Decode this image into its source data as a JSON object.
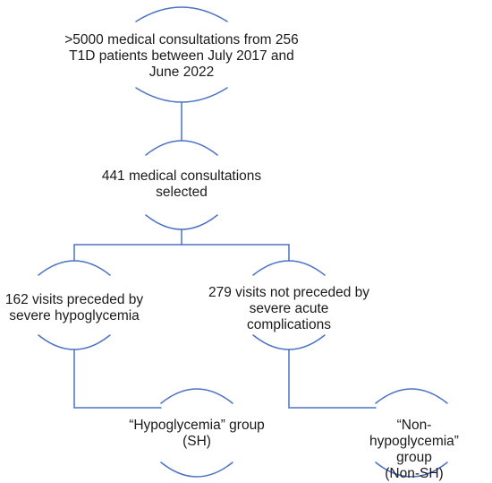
{
  "diagram": {
    "line_color": "#4a72c4",
    "text_color": "#1a1a1a",
    "nodes": [
      {
        "id": "all",
        "label": ">5000 medical consultations from 256\nT1D patients between July 2017 and\nJune 2022"
      },
      {
        "id": "selected",
        "label": "441 medical consultations\nselected"
      },
      {
        "id": "sh_visits",
        "label": "162 visits preceded by\nsevere hypoglycemia"
      },
      {
        "id": "non_sh_visits",
        "label": "279 visits not preceded by\nsevere acute\ncomplications"
      },
      {
        "id": "sh_group",
        "label": "“Hypoglycemia” group\n(SH)"
      },
      {
        "id": "non_sh_group",
        "label": "“Non-hypoglycemia” group\n(Non-SH)"
      }
    ]
  }
}
